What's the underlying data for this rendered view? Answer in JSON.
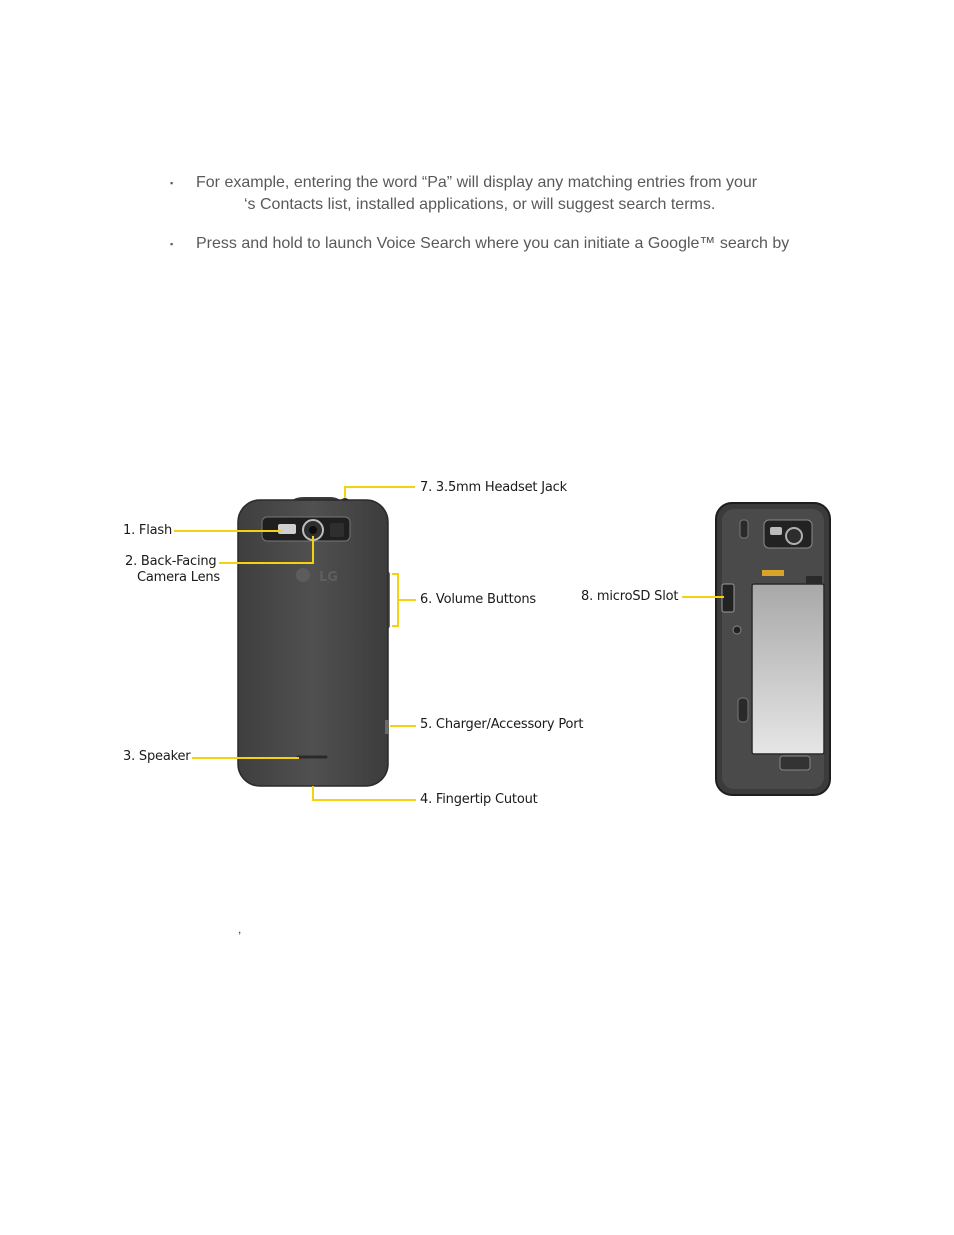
{
  "bullets": [
    {
      "line1": "For example, entering the word “Pa” will display any matching entries from your",
      "line2": "‘s Contacts list, installed applications, or will suggest search terms."
    },
    {
      "line1": "Press and hold to launch Voice Search where you can initiate a Google™ search by"
    }
  ],
  "bullet_glyph": "▪",
  "callouts": {
    "flash": "1. Flash",
    "camera_line1": "2. Back-Facing",
    "camera_line2": "Camera Lens",
    "speaker": "3. Speaker",
    "fingertip": "4. Fingertip Cutout",
    "charger": "5. Charger/Accessory Port",
    "volume": "6. Volume Buttons",
    "headset": "7. 3.5mm Headset Jack",
    "microsd": "8. microSD Slot",
    "logo": "LG"
  },
  "colors": {
    "callout_line": "#f5d20f",
    "phone_body": "#4a4a4a",
    "phone_edge": "#2b2b2b"
  },
  "stray_mark": ","
}
